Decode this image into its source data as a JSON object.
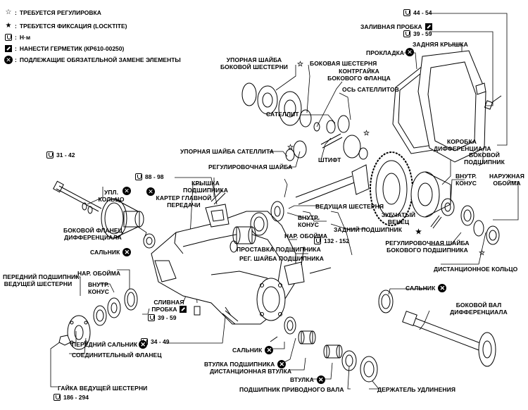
{
  "legend": [
    {
      "symbol": "☆",
      "icon": "outline-star-icon",
      "text": "ТРЕБУЕТСЯ РЕГУЛИРОВКА"
    },
    {
      "symbol": "★",
      "icon": "solid-star-icon",
      "text": "ТРЕБУЕТСЯ ФИКСАЦИЯ (LOCKTITE)"
    },
    {
      "symbol": "",
      "icon": "torque-wrench-icon",
      "text": "Н·м"
    },
    {
      "symbol": "",
      "icon": "sealant-icon",
      "text": "НАНЕСТИ ГЕРМЕТИК (КР610-00250)"
    },
    {
      "symbol": "✕",
      "icon": "replace-part-icon",
      "text": "ПОДЛЕЖАЩИЕ ОБЯЗАТЕЛЬНОЙ ЗАМЕНЕ ЭЛЕМЕНТЫ"
    }
  ],
  "torques": {
    "t_44_54": "44 - 54",
    "t_39_59_top": "39 - 59",
    "t_31_42": "31 - 42",
    "t_88_98": "88 - 98",
    "t_132_152": "132 - 152",
    "t_39_59_drain": "39 - 59",
    "t_34_49": "34 - 49",
    "t_186_294": "186 - 294"
  },
  "labels": {
    "fill_plug": "ЗАЛИВНАЯ ПРОБКА",
    "rear_cover": "ЗАДНЯЯ КРЫШКА",
    "gasket": "ПРОКЛАДКА",
    "side_gear_thrust_washer_1": "УПОРНАЯ ШАЙБА",
    "side_gear_thrust_washer_2": "БОКОВОЙ ШЕСТЕРНИ",
    "side_gear": "БОКОВАЯ ШЕСТЕРНЯ",
    "side_flange_locknut_1": "КОНТРГАЙКА",
    "side_flange_locknut_2": "БОКОВОГО ФЛАНЦА",
    "pinion_shaft": "ОСЬ САТЕЛЛИТОВ",
    "pinion_mate": "САТЕЛЛИТ",
    "pinion_mate_thrust_washer": "УПОРНАЯ ШАЙБА САТЕЛЛИТА",
    "adjusting_shim": "РЕГУЛИРОВОЧНАЯ ШАЙБА",
    "pin": "ШТИФТ",
    "diff_case_1": "КОРОБКА",
    "diff_case_2": "ДИФФЕРЕНЦИАЛА",
    "side_bearing_1": "БОКОВОЙ",
    "side_bearing_2": "ПОДШИПНИК",
    "inner_cone_1": "ВНУТР.",
    "inner_cone_2": "КОНУС",
    "outer_race_1": "НАРУЖНАЯ",
    "outer_race_2": "ОБОЙМА",
    "bearing_cap_1": "КРЫШКА",
    "bearing_cap_2": "ПОДШИПНИКА",
    "main_gear_housing_1": "КАРТЕР ГЛАВНОЙ",
    "main_gear_housing_2": "ПЕРЕДАЧИ",
    "o_ring_1": "УПЛ.",
    "o_ring_2": "КОЛЬЦО",
    "drive_pinion": "ВЕДУЩАЯ ШЕСТЕРНЯ",
    "pinion_inner_cone_1": "ВНУТР.",
    "pinion_inner_cone_2": "КОНУС",
    "pinion_outer_race": "НАР. ОБОЙМА",
    "rear_bearing": "ЗАДНИЙ ПОДШИПНИК",
    "ring_gear_1": "ЗУБЧАТЫЙ",
    "ring_gear_2": "ВЕНЕЦ",
    "side_flange_1": "БОКОВОЙ ФЛАНЕЦ",
    "side_flange_2": "ДИФФЕРЕНЦИАЛА",
    "oil_seal_left": "САЛЬНИК",
    "bearing_spacer": "ПРОСТАВКА ПОДШИПНИКА",
    "bearing_shim": "РЕГ. ШАЙБА ПОДШИПНИКА",
    "side_bearing_shim_1": "РЕГУЛИРОВОЧНАЯ ШАЙБА",
    "side_bearing_shim_2": "БОКОВОГО ПОДШИПНИКА",
    "spacer_ring": "ДИСТАНЦИОННОЕ КОЛЬЦО",
    "front_bearing_1": "ПЕРЕДНИЙ ПОДШИПНИК",
    "front_bearing_2": "ВЕДУЩЕЙ ШЕСТЕРНИ",
    "front_outer_race": "НАР. ОБОЙМА",
    "front_inner_cone_1": "ВНУТР.",
    "front_inner_cone_2": "КОНУС",
    "drain_plug_1": "СЛИВНАЯ",
    "drain_plug_2": "ПРОБКА",
    "oil_seal_right": "САЛЬНИК",
    "side_shaft_1": "БОКОВОЙ ВАЛ",
    "side_shaft_2": "ДИФФЕРЕНЦИАЛА",
    "oil_seal_center": "САЛЬНИК",
    "bearing_sleeve": "ВТУЛКА ПОДШИПНИКА",
    "spacer_sleeve": "ДИСТАНЦИОННАЯ ВТУЛКА",
    "sleeve": "ВТУЛКА",
    "drive_shaft_bearing": "ПОДШИПНИК ПРИВОДНОГО ВАЛА",
    "extension_retainer": "ДЕРЖАТЕЛЬ УДЛИНЕНИЯ",
    "front_oil_seal": "ПЕРЕДНИЙ САЛЬНИК",
    "companion_flange": "СОЕДИНИТЕЛЬНЫЙ ФЛАНЕЦ",
    "pinion_nut": "ГАЙКА ВЕДУЩЕЙ ШЕСТЕРНИ"
  },
  "colors": {
    "ink": "#000000",
    "paper": "#ffffff",
    "part_fill": "#ffffff",
    "shade": "#bfbfbf"
  }
}
